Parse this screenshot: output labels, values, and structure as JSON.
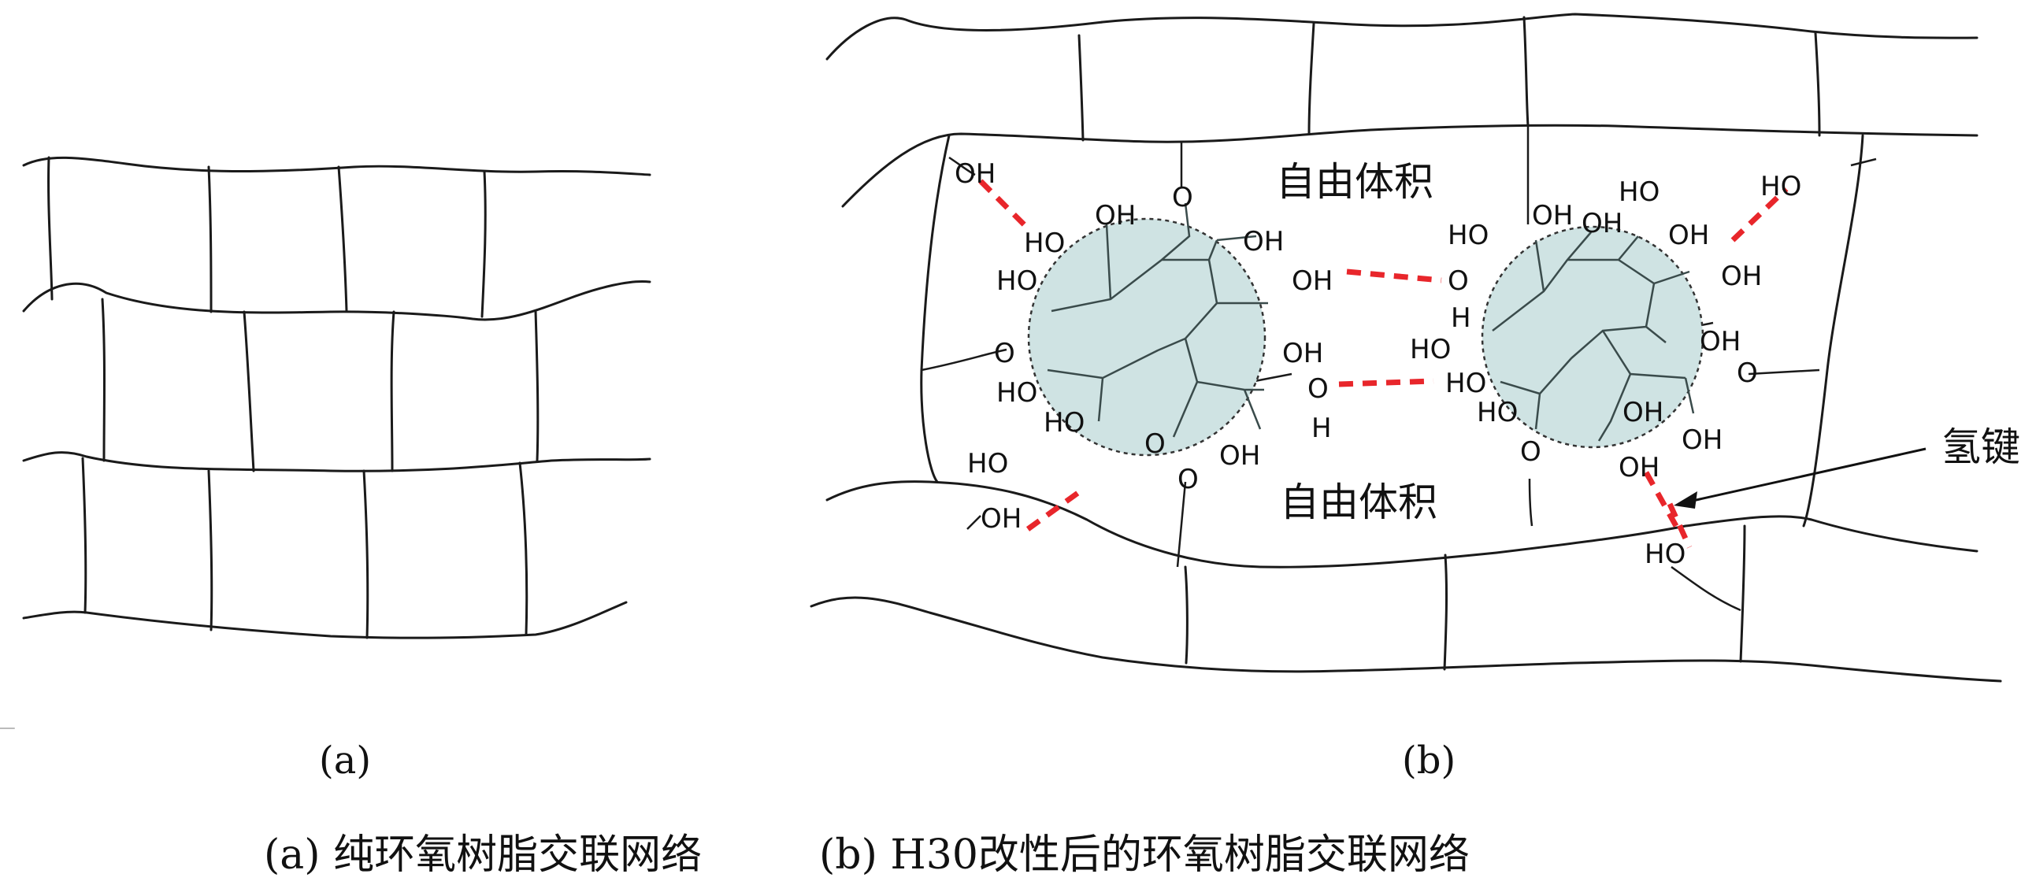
{
  "panel_a": {
    "sublabel": "(a)"
  },
  "panel_b": {
    "sublabel": "(b)",
    "free_volume_top": "自由体积",
    "free_volume_bottom": "自由体积",
    "hydrogen_bond_label": "氢键"
  },
  "caption": {
    "a": "(a) 纯环氧树脂交联网络",
    "b": "(b) H30改性后的环氧树脂交联网络"
  },
  "groups": {
    "oh": "OH",
    "ho": "HO",
    "o": "O",
    "h": "H"
  },
  "colors": {
    "hydrogen_bond": "#e8262b",
    "particle_fill": "#cfe3e3",
    "line": "#1a1a1a"
  }
}
